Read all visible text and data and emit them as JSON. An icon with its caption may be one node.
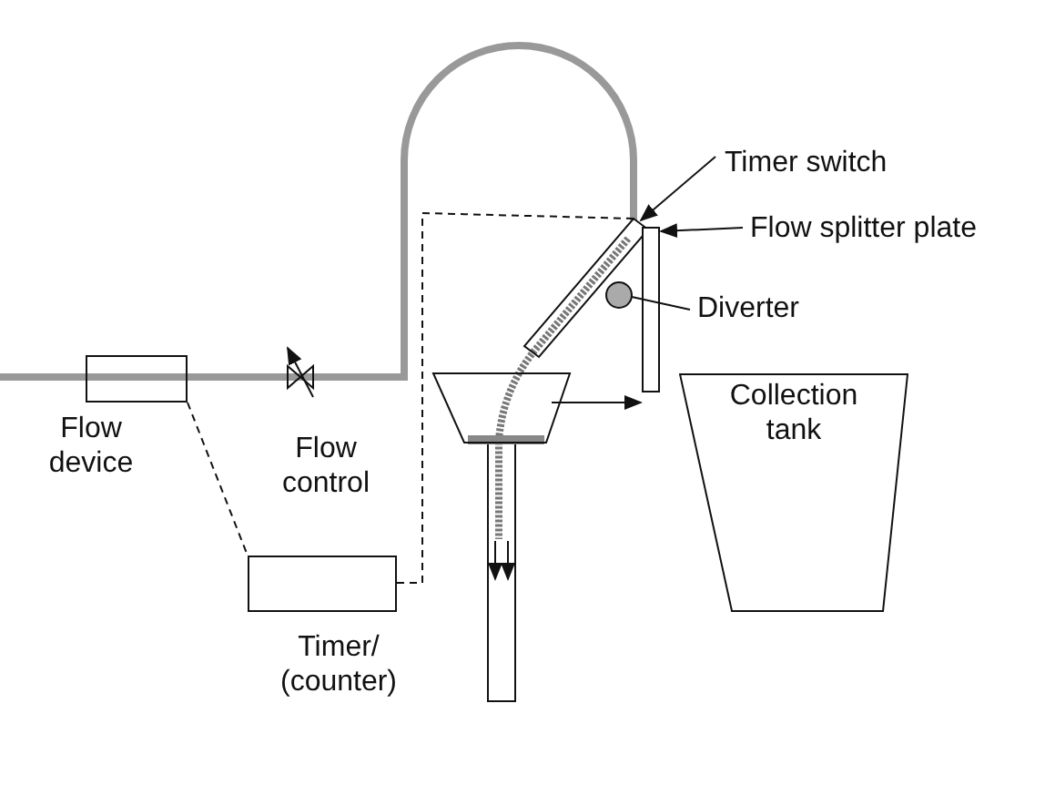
{
  "diagram": {
    "nodes": [
      {
        "text": [
          "Flow device"
        ]
      },
      {
        "text": [
          "Timer/ (counter)"
        ]
      },
      {
        "text": [
          "Collection tank"
        ]
      },
      {
        "text": [
          "Timer switch"
        ]
      },
      {
        "text": [],
        "shape": "box"
      },
      {
        "text": [
          "Flow splitter plate"
        ]
      },
      {
        "text": [],
        "shape": "bar"
      },
      {
        "text": [
          "Diverter"
        ]
      },
      {
        "text": [],
        "shape": "circle"
      },
      {
        "text": [],
        "shape": "funnel"
      }
    ],
    "edges": [
      {
        "from": 0,
        "to": 1,
        "arrow": "none",
        "style": "dashed"
      },
      {
        "from": 1,
        "to": 4,
        "arrow": "none",
        "style": "dashed"
      },
      {
        "from": 3,
        "to": 4,
        "arrow": "to"
      },
      {
        "from": 5,
        "to": 6,
        "arrow": "to"
      },
      {
        "from": 7,
        "to": 8,
        "arrow": "none"
      },
      {
        "from": 9,
        "to": 6,
        "arrow": "to"
      }
    ],
    "labels": [
      "Flow control"
    ]
  }
}
